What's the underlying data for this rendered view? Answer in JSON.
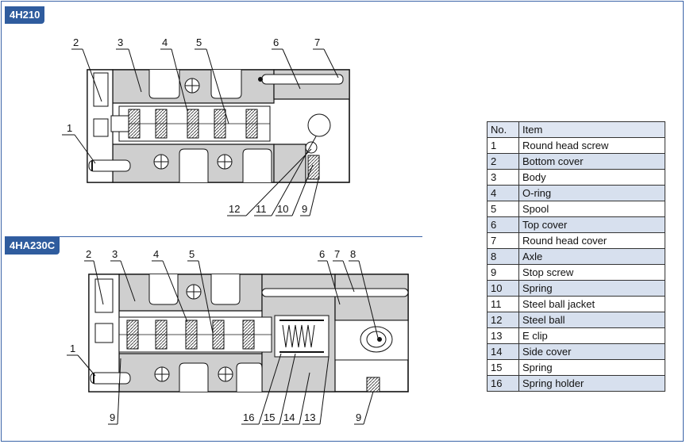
{
  "diagram_top": {
    "model": "4H210",
    "callouts": [
      "1",
      "2",
      "3",
      "4",
      "5",
      "6",
      "7",
      "9",
      "10",
      "11",
      "12"
    ]
  },
  "diagram_bottom": {
    "model": "4HA230C",
    "callouts": [
      "1",
      "2",
      "3",
      "4",
      "5",
      "6",
      "7",
      "8",
      "9",
      "9",
      "13",
      "14",
      "15",
      "16"
    ]
  },
  "parts_table": {
    "headers": [
      "No.",
      "Item"
    ],
    "rows": [
      [
        "1",
        "Round head screw"
      ],
      [
        "2",
        "Bottom cover"
      ],
      [
        "3",
        "Body"
      ],
      [
        "4",
        "O-ring"
      ],
      [
        "5",
        "Spool"
      ],
      [
        "6",
        "Top cover"
      ],
      [
        "7",
        "Round head cover"
      ],
      [
        "8",
        "Axle"
      ],
      [
        "9",
        "Stop screw"
      ],
      [
        "10",
        "Spring"
      ],
      [
        "11",
        "Steel ball jacket"
      ],
      [
        "12",
        "Steel ball"
      ],
      [
        "13",
        "E clip"
      ],
      [
        "14",
        "Side cover"
      ],
      [
        "15",
        "Spring"
      ],
      [
        "16",
        "Spring holder"
      ]
    ]
  },
  "colors": {
    "frame": "#3a64a8",
    "label_bg": "#2f5c9e",
    "body_gray": "#cfcfcf",
    "table_alt": "#d7e0ee"
  }
}
